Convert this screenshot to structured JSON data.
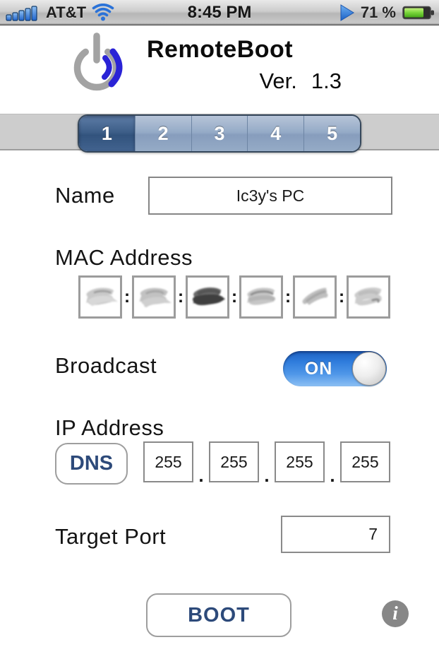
{
  "status_bar": {
    "carrier": "AT&T",
    "time": "8:45 PM",
    "battery_percent": "71 %"
  },
  "header": {
    "app_title": "RemoteBoot",
    "version_label": "Ver.",
    "version_number": "1.3"
  },
  "tabs": {
    "items": [
      "1",
      "2",
      "3",
      "4",
      "5"
    ],
    "selected": "1"
  },
  "form": {
    "name": {
      "label": "Name",
      "value": "Ic3y's PC"
    },
    "mac": {
      "label": "MAC Address",
      "separator": ":",
      "octets_redacted": true,
      "octet_count": 6
    },
    "broadcast": {
      "label": "Broadcast",
      "state": "ON"
    },
    "ip": {
      "label": "IP Address",
      "dns_button": "DNS",
      "separator": ".",
      "octets": [
        "255",
        "255",
        "255",
        "255"
      ]
    },
    "target_port": {
      "label": "Target Port",
      "value": "7"
    }
  },
  "actions": {
    "boot_label": "BOOT",
    "info_glyph": "i"
  },
  "colors": {
    "accent_blue": "#2f7cdc",
    "selected_tab": "#3a5b85",
    "unselected_tab": "#95abc7",
    "navy_text": "#2d4a7a",
    "battery_green": "#6cc937",
    "band_gray": "#cdcdcd"
  }
}
